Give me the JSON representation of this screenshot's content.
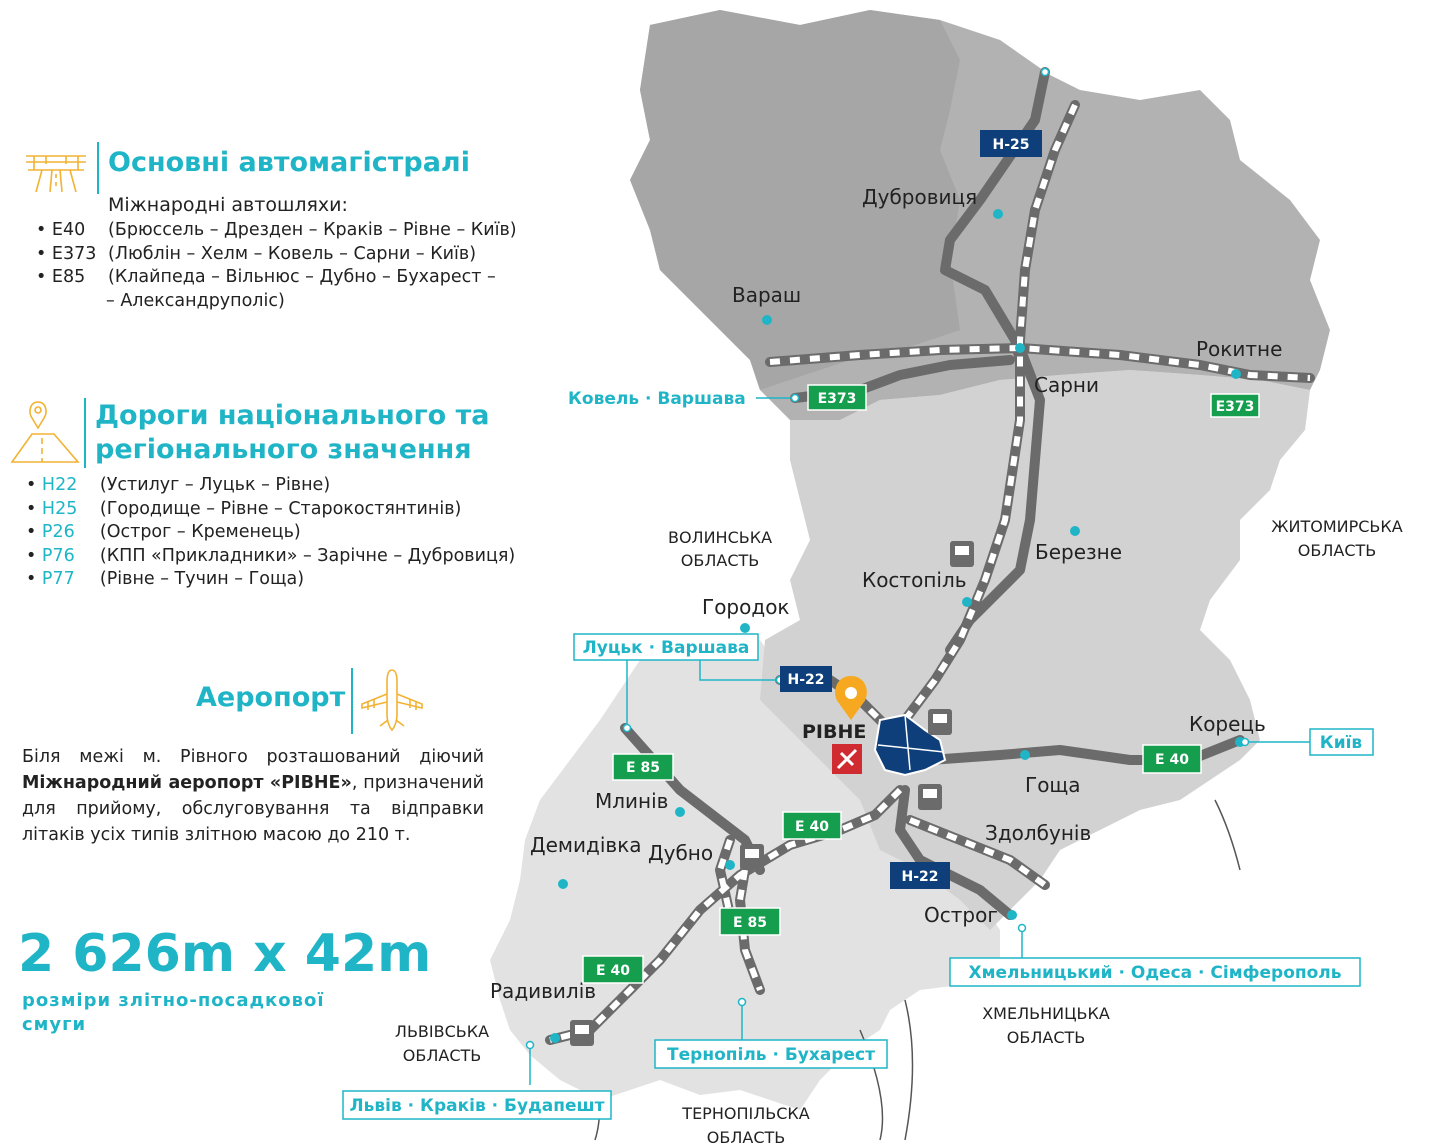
{
  "legend": {
    "highways": {
      "icon": "highway-icon",
      "title": "Основні автомагістралі",
      "subtitle": "Міжнародні автошляхи:",
      "items": [
        {
          "code": "• Е40",
          "desc": "(Брюссель – Дрезден – Краків – Рівне – Київ)"
        },
        {
          "code": "• Е373",
          "desc": "(Люблін – Хелм – Ковель – Сарни – Київ)"
        },
        {
          "code": "• Е85",
          "desc": "(Клайпеда – Вільнюс – Дубно – Бухарест –"
        }
      ],
      "item_cont": "– Александруполіс)"
    },
    "national": {
      "icon": "road-pin-icon",
      "title_line1": "Дороги національного та",
      "title_line2": "регіонального значення",
      "items": [
        {
          "bullet": "•",
          "code": "Н22",
          "desc": "(Устилуг – Луцьк – Рівне)"
        },
        {
          "bullet": "•",
          "code": "Н25",
          "desc": "(Городище – Рівне – Старокостянтинів)"
        },
        {
          "bullet": "•",
          "code": "Р26",
          "desc": "(Острог – Кременець)"
        },
        {
          "bullet": "•",
          "code": "Р76",
          "desc": "(КПП «Прикладники» – Зарічне – Дубровиця)"
        },
        {
          "bullet": "•",
          "code": "Р77",
          "desc": "(Рівне – Тучин – Гоща)"
        }
      ]
    },
    "airport": {
      "icon": "airplane-icon",
      "title": "Аеропорт",
      "para_a": "Біля межі м. Рівного розташований діючий",
      "para_bold": "Міжнародний аеропорт «РІВНЕ»",
      "para_b": ", призначений для прийому, обслуговування та відправки літаків усіх типів злітною масою до 210 т.",
      "runway": "2 626m x 42m",
      "runway_caption_1": "розміри злітно-посадкової",
      "runway_caption_2": "смуги"
    }
  },
  "map": {
    "cities": [
      {
        "id": "dubrovytsia",
        "name": "Дубровиця"
      },
      {
        "id": "varash",
        "name": "Вараш"
      },
      {
        "id": "rokytne",
        "name": "Рокитне"
      },
      {
        "id": "sarny",
        "name": "Сарни"
      },
      {
        "id": "berezne",
        "name": "Березне"
      },
      {
        "id": "kostopil",
        "name": "Костопіль"
      },
      {
        "id": "horodok",
        "name": "Городок"
      },
      {
        "id": "rivne",
        "name": "РІВНЕ"
      },
      {
        "id": "korets",
        "name": "Корець"
      },
      {
        "id": "hoshcha",
        "name": "Гоща"
      },
      {
        "id": "mlyniv",
        "name": "Млинів"
      },
      {
        "id": "demydivka",
        "name": "Демидівка"
      },
      {
        "id": "dubno",
        "name": "Дубно"
      },
      {
        "id": "zdolbuniv",
        "name": "Здолбунів"
      },
      {
        "id": "ostroh",
        "name": "Острог"
      },
      {
        "id": "radyvyliv",
        "name": "Радивилів"
      }
    ],
    "regions": [
      {
        "id": "volyn",
        "line1": "ВОЛИНСЬКА",
        "line2": "ОБЛАСТЬ"
      },
      {
        "id": "zhytomyr",
        "line1": "ЖИТОМИРСЬКА",
        "line2": "ОБЛАСТЬ"
      },
      {
        "id": "lviv",
        "line1": "ЛЬВІВСЬКА",
        "line2": "ОБЛАСТЬ"
      },
      {
        "id": "khmelnytskyi",
        "line1": "ХМЕЛЬНИЦЬКА",
        "line2": "ОБЛАСТЬ"
      },
      {
        "id": "ternopil",
        "line1": "ТЕРНОПІЛЬСКА",
        "line2": "ОБЛАСТЬ"
      }
    ],
    "badges": [
      {
        "id": "h25",
        "text": "Н-25",
        "kind": "national"
      },
      {
        "id": "e373w",
        "text": "E373",
        "kind": "international"
      },
      {
        "id": "e373e",
        "text": "E373",
        "kind": "international"
      },
      {
        "id": "h22n",
        "text": "Н-22",
        "kind": "national"
      },
      {
        "id": "e85n",
        "text": "E 85",
        "kind": "international"
      },
      {
        "id": "e40e",
        "text": "E 40",
        "kind": "international"
      },
      {
        "id": "e40c",
        "text": "E 40",
        "kind": "international"
      },
      {
        "id": "h22s",
        "text": "Н-22",
        "kind": "national"
      },
      {
        "id": "e85s",
        "text": "E 85",
        "kind": "international"
      },
      {
        "id": "e40s",
        "text": "E 40",
        "kind": "international"
      }
    ],
    "destinations": [
      {
        "id": "kovel",
        "text": "Ковель · Варшава"
      },
      {
        "id": "lutsk",
        "text": "Луцьк · Варшава"
      },
      {
        "id": "kyiv",
        "text": "Київ"
      },
      {
        "id": "khmel",
        "text": "Хмельницький · Одеса · Сімферополь"
      },
      {
        "id": "ternopil",
        "text": "Тернопіль · Бухарест"
      },
      {
        "id": "lviv",
        "text": "Львів · Краків · Будапешт"
      }
    ],
    "colors": {
      "teal": "#1fb5c7",
      "navy": "#0e3f7a",
      "green": "#149e4d",
      "road": "#6b6b6b",
      "north_district": "#b2b2b2",
      "mid_district": "#d2d2d2",
      "south_district": "#e2e2e2",
      "airport_red": "#d02b30",
      "pin_orange": "#f6a821"
    }
  }
}
